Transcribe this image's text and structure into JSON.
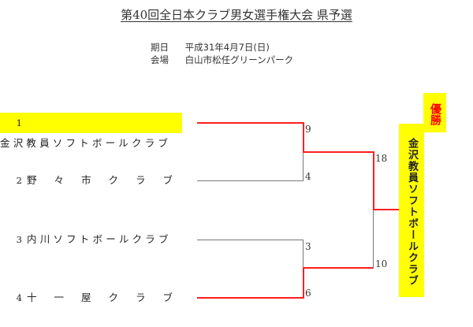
{
  "header": {
    "title": "第40回全日本クラブ男女選手権大会 県予選",
    "date_label": "期日",
    "date_value": "平成31年4月7日(日)",
    "venue_label": "会場",
    "venue_value": "白山市松任グリーンパーク"
  },
  "teams": [
    {
      "seed": "1",
      "name": "金沢教員ソフトボールクラブ",
      "chars": []
    },
    {
      "seed": "2",
      "name": "野々市クラブ",
      "chars": [
        "野",
        "々",
        "市",
        "ク",
        "ラ",
        "ブ"
      ]
    },
    {
      "seed": "3",
      "name": "内川ソフトボールクラブ",
      "chars": []
    },
    {
      "seed": "4",
      "name": "十一屋クラブ",
      "chars": [
        "十",
        "一",
        "屋",
        "ク",
        "ラ",
        "ブ"
      ]
    }
  ],
  "scores": {
    "match1_team1": "9",
    "match1_team2": "4",
    "match2_team3": "3",
    "match2_team4": "6",
    "final_top": "18",
    "final_bottom": "10"
  },
  "result": {
    "champion_label": "優勝",
    "champion_team": "金沢教員ソフトボールクラブ"
  },
  "colors": {
    "highlight": "#ffff00",
    "winner_line": "#ff1f1f",
    "loser_line": "#777777",
    "champion_label": "#ff0000"
  }
}
